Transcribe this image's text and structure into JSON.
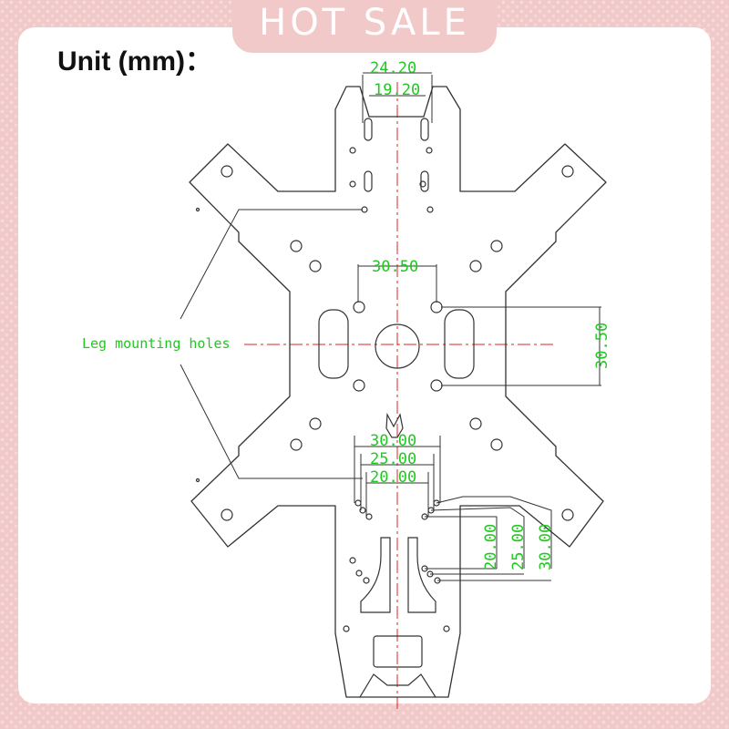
{
  "banner": {
    "text": "HOT SALE"
  },
  "title": "Unit (mm)：",
  "annotation": {
    "leg_label": "Leg mounting holes"
  },
  "dimensions": {
    "top_outer": "24.20",
    "top_inner": "19.20",
    "center_horizontal": "30.50",
    "center_vertical": "30.50",
    "lower_h_30": "30.00",
    "lower_h_25": "25.00",
    "lower_h_20": "20.00",
    "right_v_20": "20.00",
    "right_v_25": "25.00",
    "right_v_30": "30.00"
  },
  "colors": {
    "background": "#f2c9c9",
    "outline": "#333333",
    "dimension_text": "#22c822",
    "centerline": "#e02020"
  }
}
